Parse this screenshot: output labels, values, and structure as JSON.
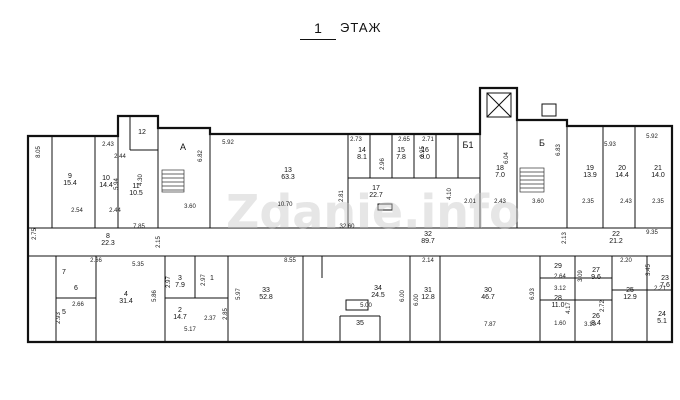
{
  "title": {
    "number": "1",
    "text": "ЭТАЖ"
  },
  "watermark": "Zdanie.info",
  "rooms": [
    {
      "id": "r1",
      "number": "1",
      "area": ""
    },
    {
      "id": "r2",
      "number": "2",
      "area": "14.7"
    },
    {
      "id": "r3",
      "number": "3",
      "area": "7.9"
    },
    {
      "id": "r4",
      "number": "4",
      "area": "31.4"
    },
    {
      "id": "r5",
      "number": "5",
      "area": ""
    },
    {
      "id": "r6",
      "number": "6",
      "area": ""
    },
    {
      "id": "r7",
      "number": "7",
      "area": ""
    },
    {
      "id": "r8",
      "number": "8",
      "area": "22.3"
    },
    {
      "id": "r9",
      "number": "9",
      "area": "15.4"
    },
    {
      "id": "r10",
      "number": "10",
      "area": "14.4"
    },
    {
      "id": "r11",
      "number": "11",
      "area": "10.5"
    },
    {
      "id": "r12",
      "number": "12",
      "area": ""
    },
    {
      "id": "r13",
      "number": "13",
      "area": "63.3"
    },
    {
      "id": "r14",
      "number": "14",
      "area": "8.1"
    },
    {
      "id": "r15",
      "number": "15",
      "area": "7.8"
    },
    {
      "id": "r16",
      "number": "16",
      "area": "8.0"
    },
    {
      "id": "r17",
      "number": "17",
      "area": "22.7"
    },
    {
      "id": "r18",
      "number": "18",
      "area": "7.0"
    },
    {
      "id": "r19",
      "number": "19",
      "area": "13.9"
    },
    {
      "id": "r20",
      "number": "20",
      "area": "14.4"
    },
    {
      "id": "r21",
      "number": "21",
      "area": "14.0"
    },
    {
      "id": "r22",
      "number": "22",
      "area": "21.2"
    },
    {
      "id": "r23",
      "number": "23",
      "area": "7.6"
    },
    {
      "id": "r24",
      "number": "24",
      "area": "5.1"
    },
    {
      "id": "r25",
      "number": "25",
      "area": "12.9"
    },
    {
      "id": "r26",
      "number": "26",
      "area": "8.4"
    },
    {
      "id": "r27",
      "number": "27",
      "area": "9.6"
    },
    {
      "id": "r28",
      "number": "28",
      "area": "11.0"
    },
    {
      "id": "r29",
      "number": "29",
      "area": ""
    },
    {
      "id": "r30",
      "number": "30",
      "area": "46.7"
    },
    {
      "id": "r31",
      "number": "31",
      "area": "12.8"
    },
    {
      "id": "r32",
      "number": "32",
      "area": "89.7"
    },
    {
      "id": "r33",
      "number": "33",
      "area": "52.8"
    },
    {
      "id": "r34",
      "number": "34",
      "area": "24.5"
    },
    {
      "id": "r35",
      "number": "35",
      "area": ""
    }
  ],
  "letters": [
    "А",
    "Б",
    "Б1",
    "Б",
    "Б1"
  ],
  "dimensions": [
    "8.05",
    "2.43",
    "2.44",
    "4.30",
    "5.94",
    "2.54",
    "2.44",
    "5.92",
    "6.82",
    "3.60",
    "10.70",
    "2.75",
    "7.85",
    "2.15",
    "32.60",
    "2.81",
    "2.73",
    "2.65",
    "2.71",
    "2.95",
    "2.96",
    "4.10",
    "2.01",
    "2.43",
    "6.04",
    "6.83",
    "3.60",
    "5.93",
    "5.92",
    "2.35",
    "2.43",
    "2.35",
    "2.13",
    "9.35",
    "5.35",
    "2.66",
    "2.97",
    "2.97",
    "8.55",
    "5.97",
    "5.86",
    "2.66",
    "2.93",
    "2.37",
    "5.17",
    "2.85",
    "5.00",
    "6.00",
    "2.14",
    "6.00",
    "6.93",
    "7.87",
    "3.09",
    "2.64",
    "3.12",
    "2.72",
    "2.20",
    "3.45",
    "2.21",
    "4.17",
    "3.10",
    "1.60"
  ]
}
